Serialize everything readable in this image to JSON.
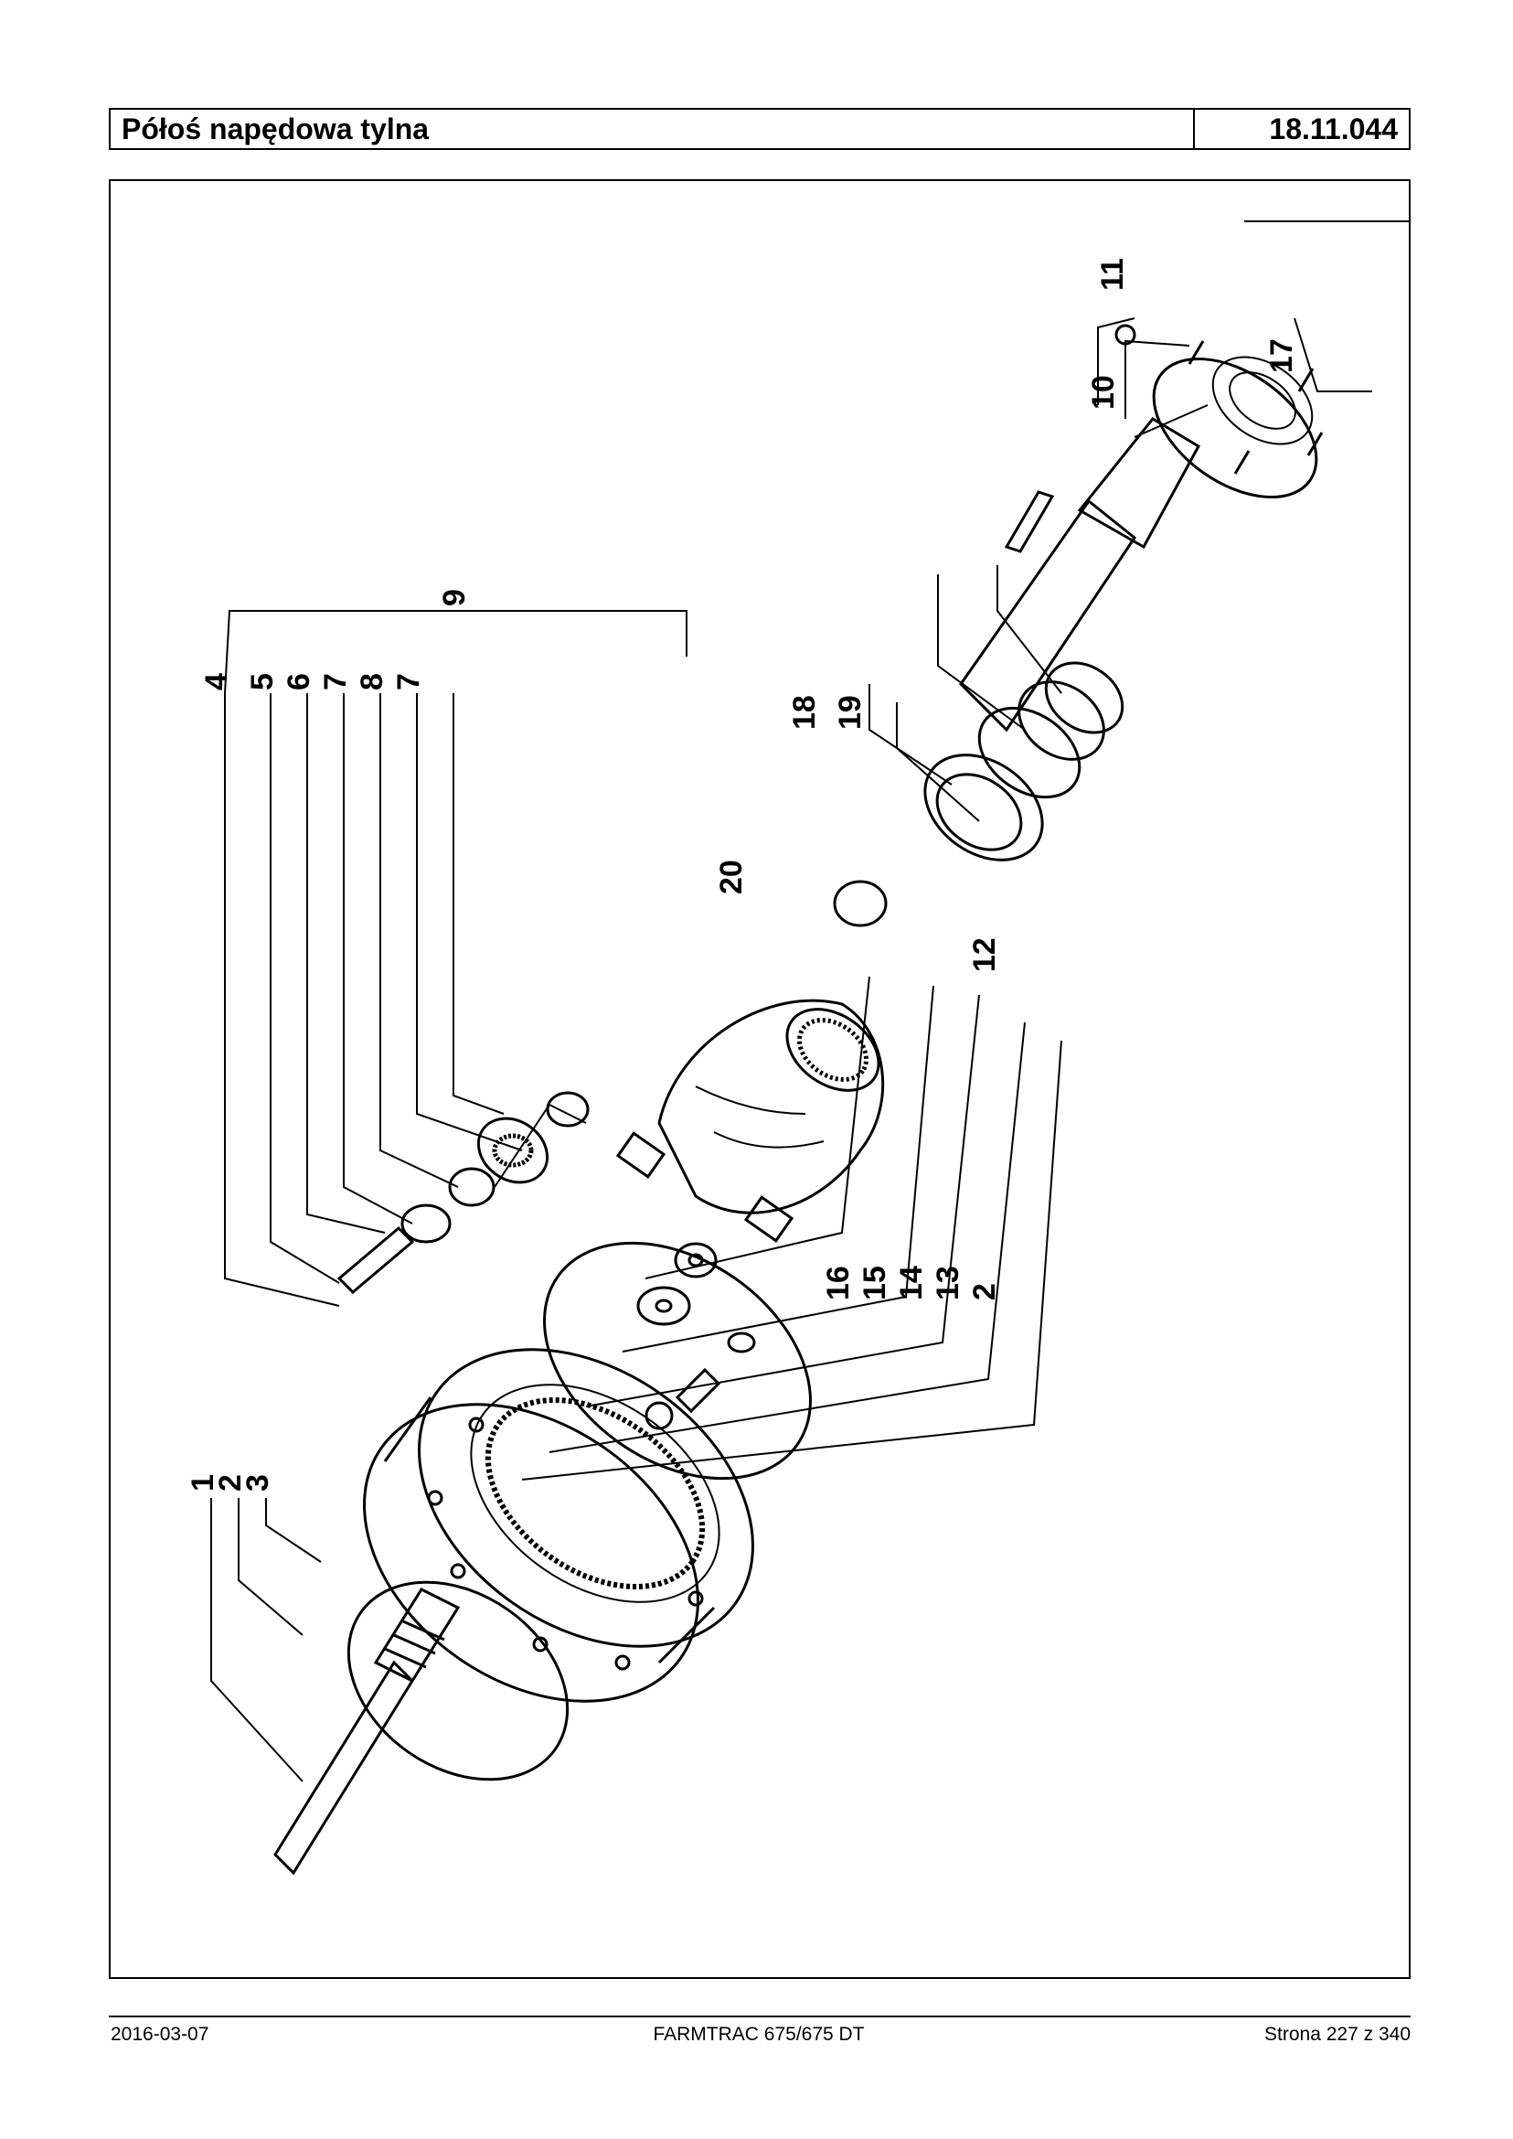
{
  "header": {
    "title": "Półoś napędowa tylna",
    "code": "18.11.044"
  },
  "diagram": {
    "labels": [
      "1",
      "2",
      "3",
      "4",
      "5",
      "6",
      "7",
      "8",
      "7",
      "9",
      "10",
      "11",
      "12",
      "13",
      "14",
      "15",
      "16",
      "2",
      "17",
      "18",
      "19",
      "20"
    ]
  },
  "footer": {
    "date": "2016-03-07",
    "model": "FARMTRAC 675/675 DT",
    "page": "Strona 227 z 340"
  }
}
